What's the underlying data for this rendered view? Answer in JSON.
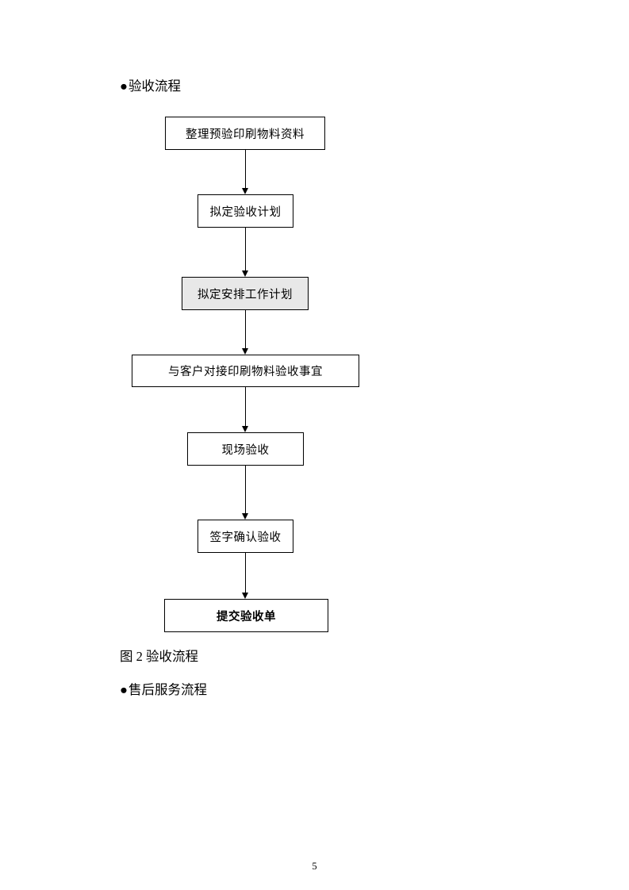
{
  "document": {
    "page_number": "5"
  },
  "sections": {
    "heading_acceptance": "验收流程",
    "caption_figure2": "图 2 验收流程",
    "heading_aftersales": "售后服务流程",
    "bullet_glyph": "●"
  },
  "chart_data": {
    "type": "diagram",
    "title": "图 2 验收流程",
    "orientation": "vertical",
    "nodes": [
      {
        "id": "n1",
        "label": "整理预验印刷物料资料",
        "style": "plain"
      },
      {
        "id": "n2",
        "label": "拟定验收计划",
        "style": "plain"
      },
      {
        "id": "n3",
        "label": "拟定安排工作计划",
        "style": "shaded"
      },
      {
        "id": "n4",
        "label": "与客户对接印刷物料验收事宜",
        "style": "plain"
      },
      {
        "id": "n5",
        "label": "现场验收",
        "style": "plain"
      },
      {
        "id": "n6",
        "label": "签字确认验收",
        "style": "plain"
      },
      {
        "id": "n7",
        "label": "提交验收单",
        "style": "bold"
      }
    ],
    "edges": [
      {
        "from": "n1",
        "to": "n2"
      },
      {
        "from": "n2",
        "to": "n3"
      },
      {
        "from": "n3",
        "to": "n4"
      },
      {
        "from": "n4",
        "to": "n5"
      },
      {
        "from": "n5",
        "to": "n6"
      },
      {
        "from": "n6",
        "to": "n7"
      }
    ]
  }
}
